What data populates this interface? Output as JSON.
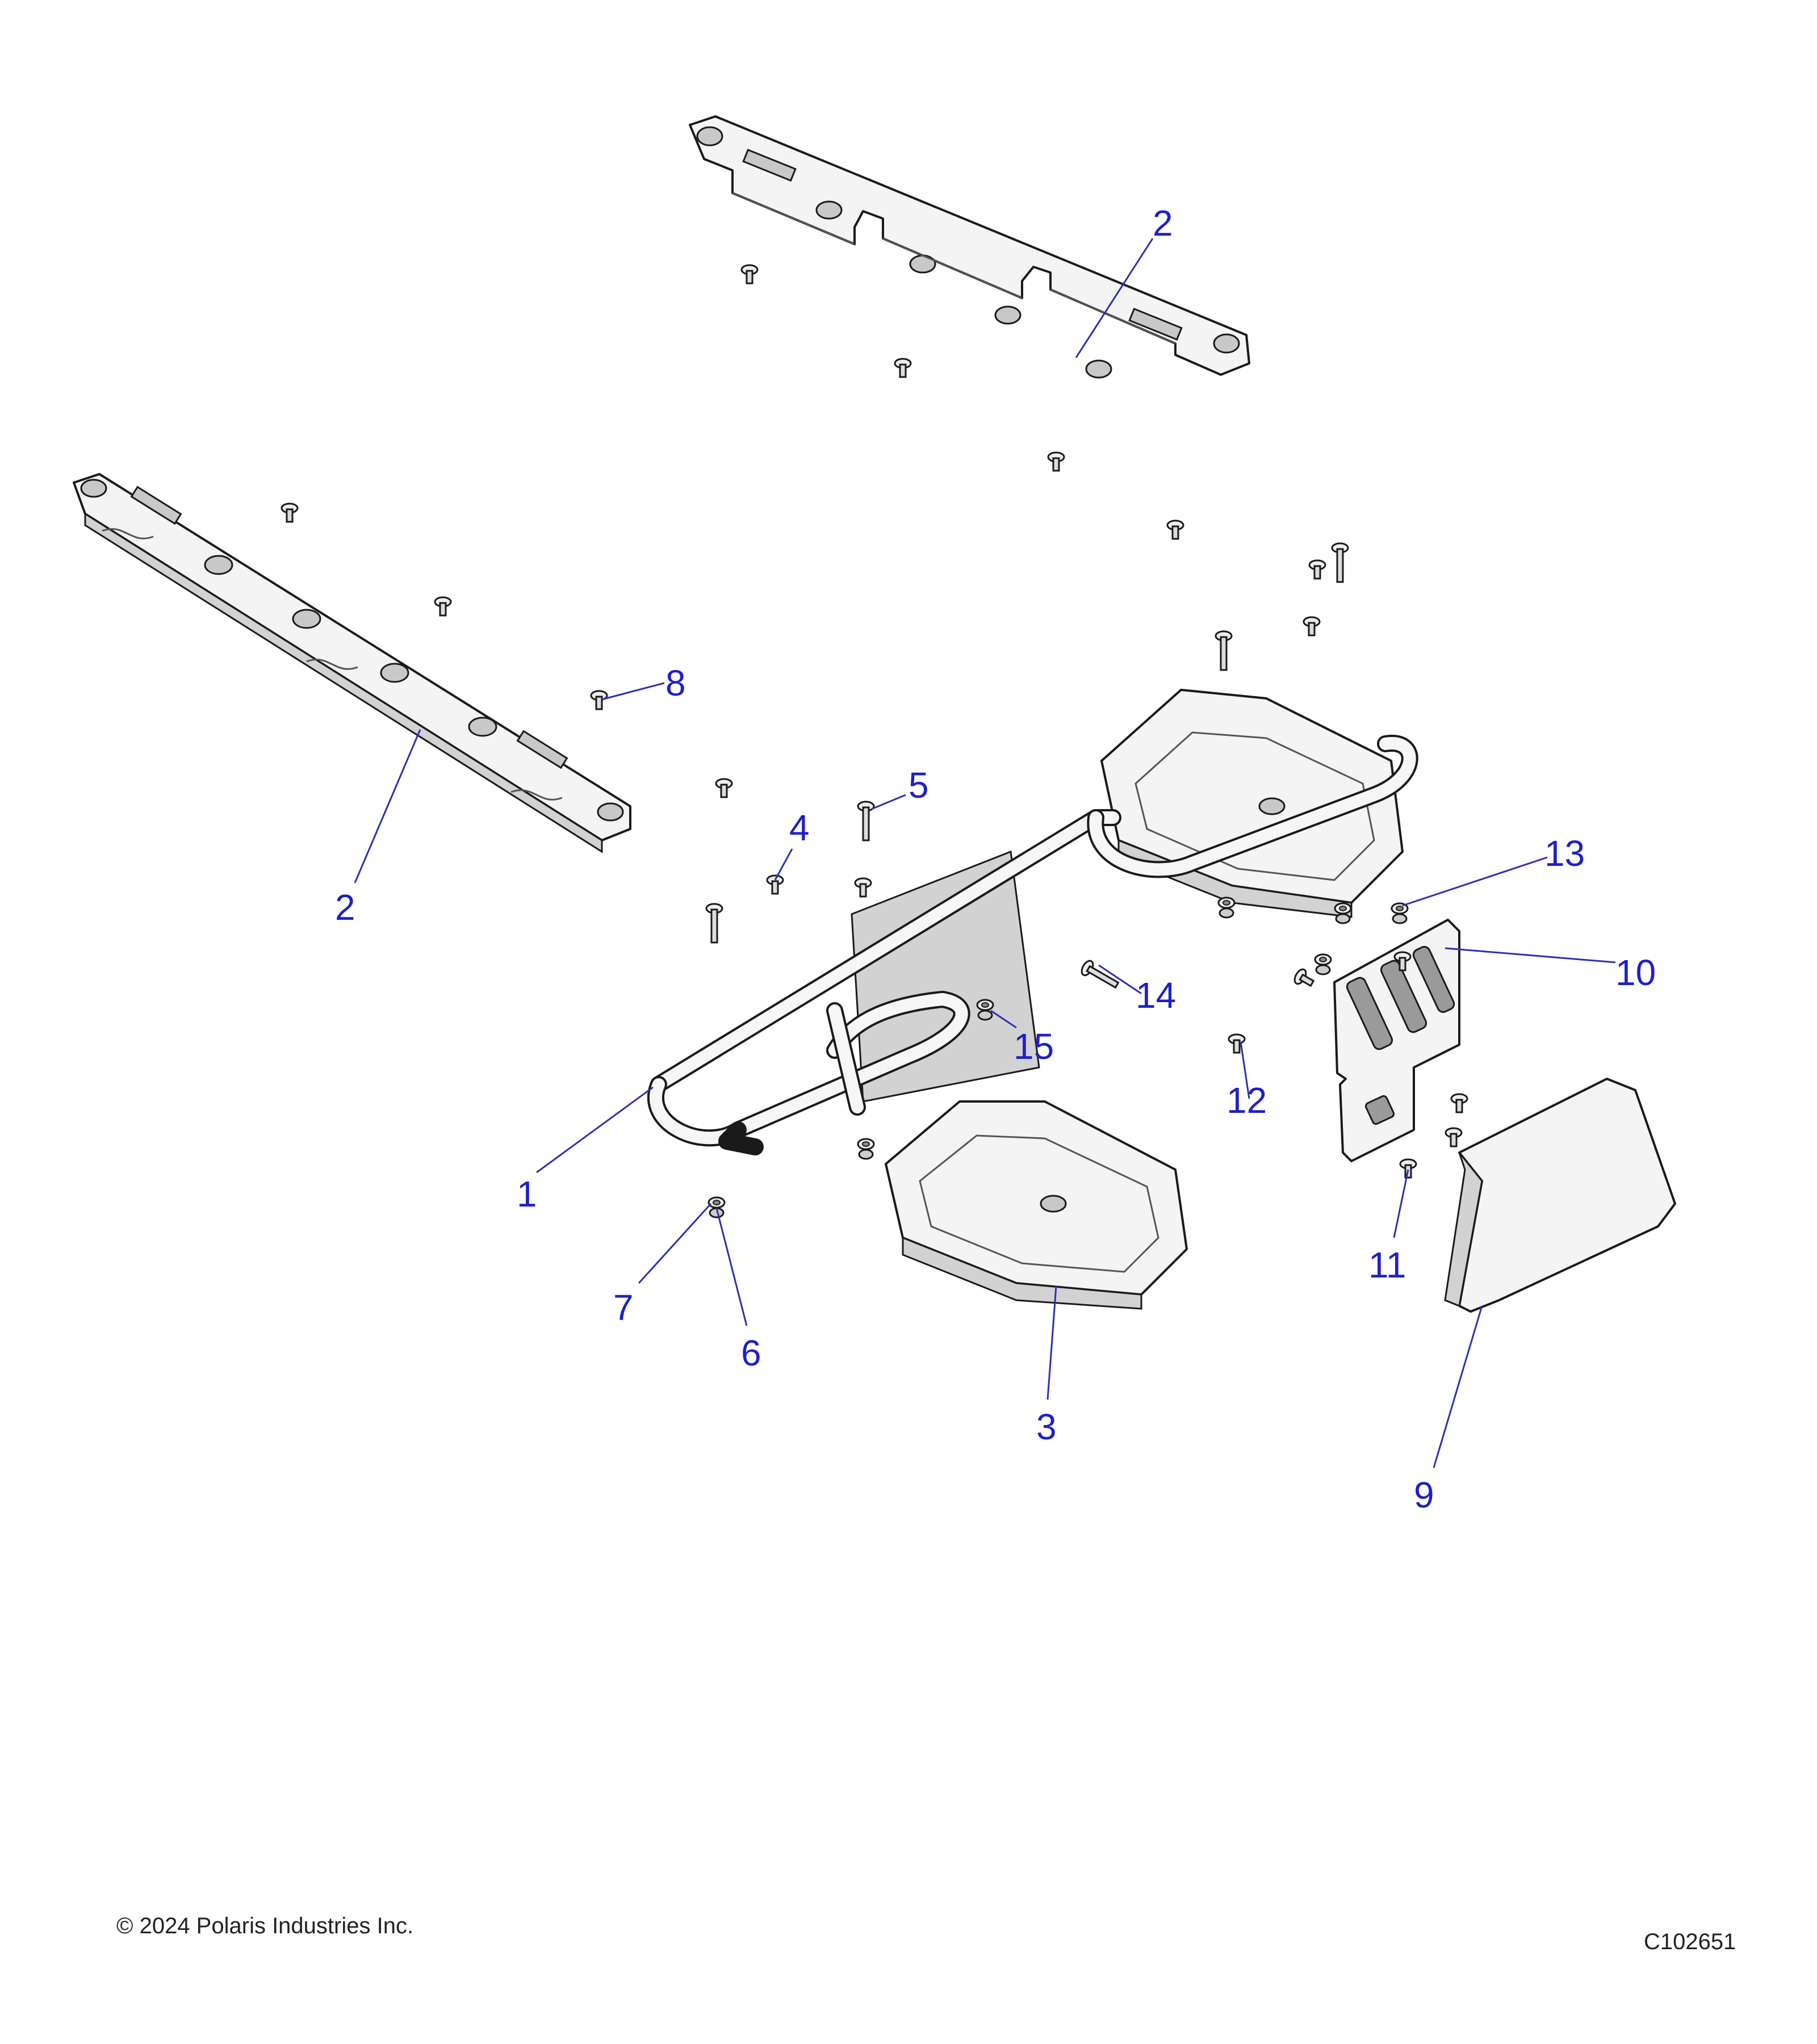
{
  "diagram": {
    "callouts": [
      {
        "label": "1"
      },
      {
        "label": "2"
      },
      {
        "label": "2"
      },
      {
        "label": "3"
      },
      {
        "label": "4"
      },
      {
        "label": "5"
      },
      {
        "label": "6"
      },
      {
        "label": "7"
      },
      {
        "label": "8"
      },
      {
        "label": "9"
      },
      {
        "label": "10"
      },
      {
        "label": "11"
      },
      {
        "label": "12"
      },
      {
        "label": "13"
      },
      {
        "label": "14"
      },
      {
        "label": "15"
      }
    ]
  },
  "footer": {
    "copyright": "© 2024 Polaris Industries Inc.",
    "drawing_number": "C102651"
  }
}
